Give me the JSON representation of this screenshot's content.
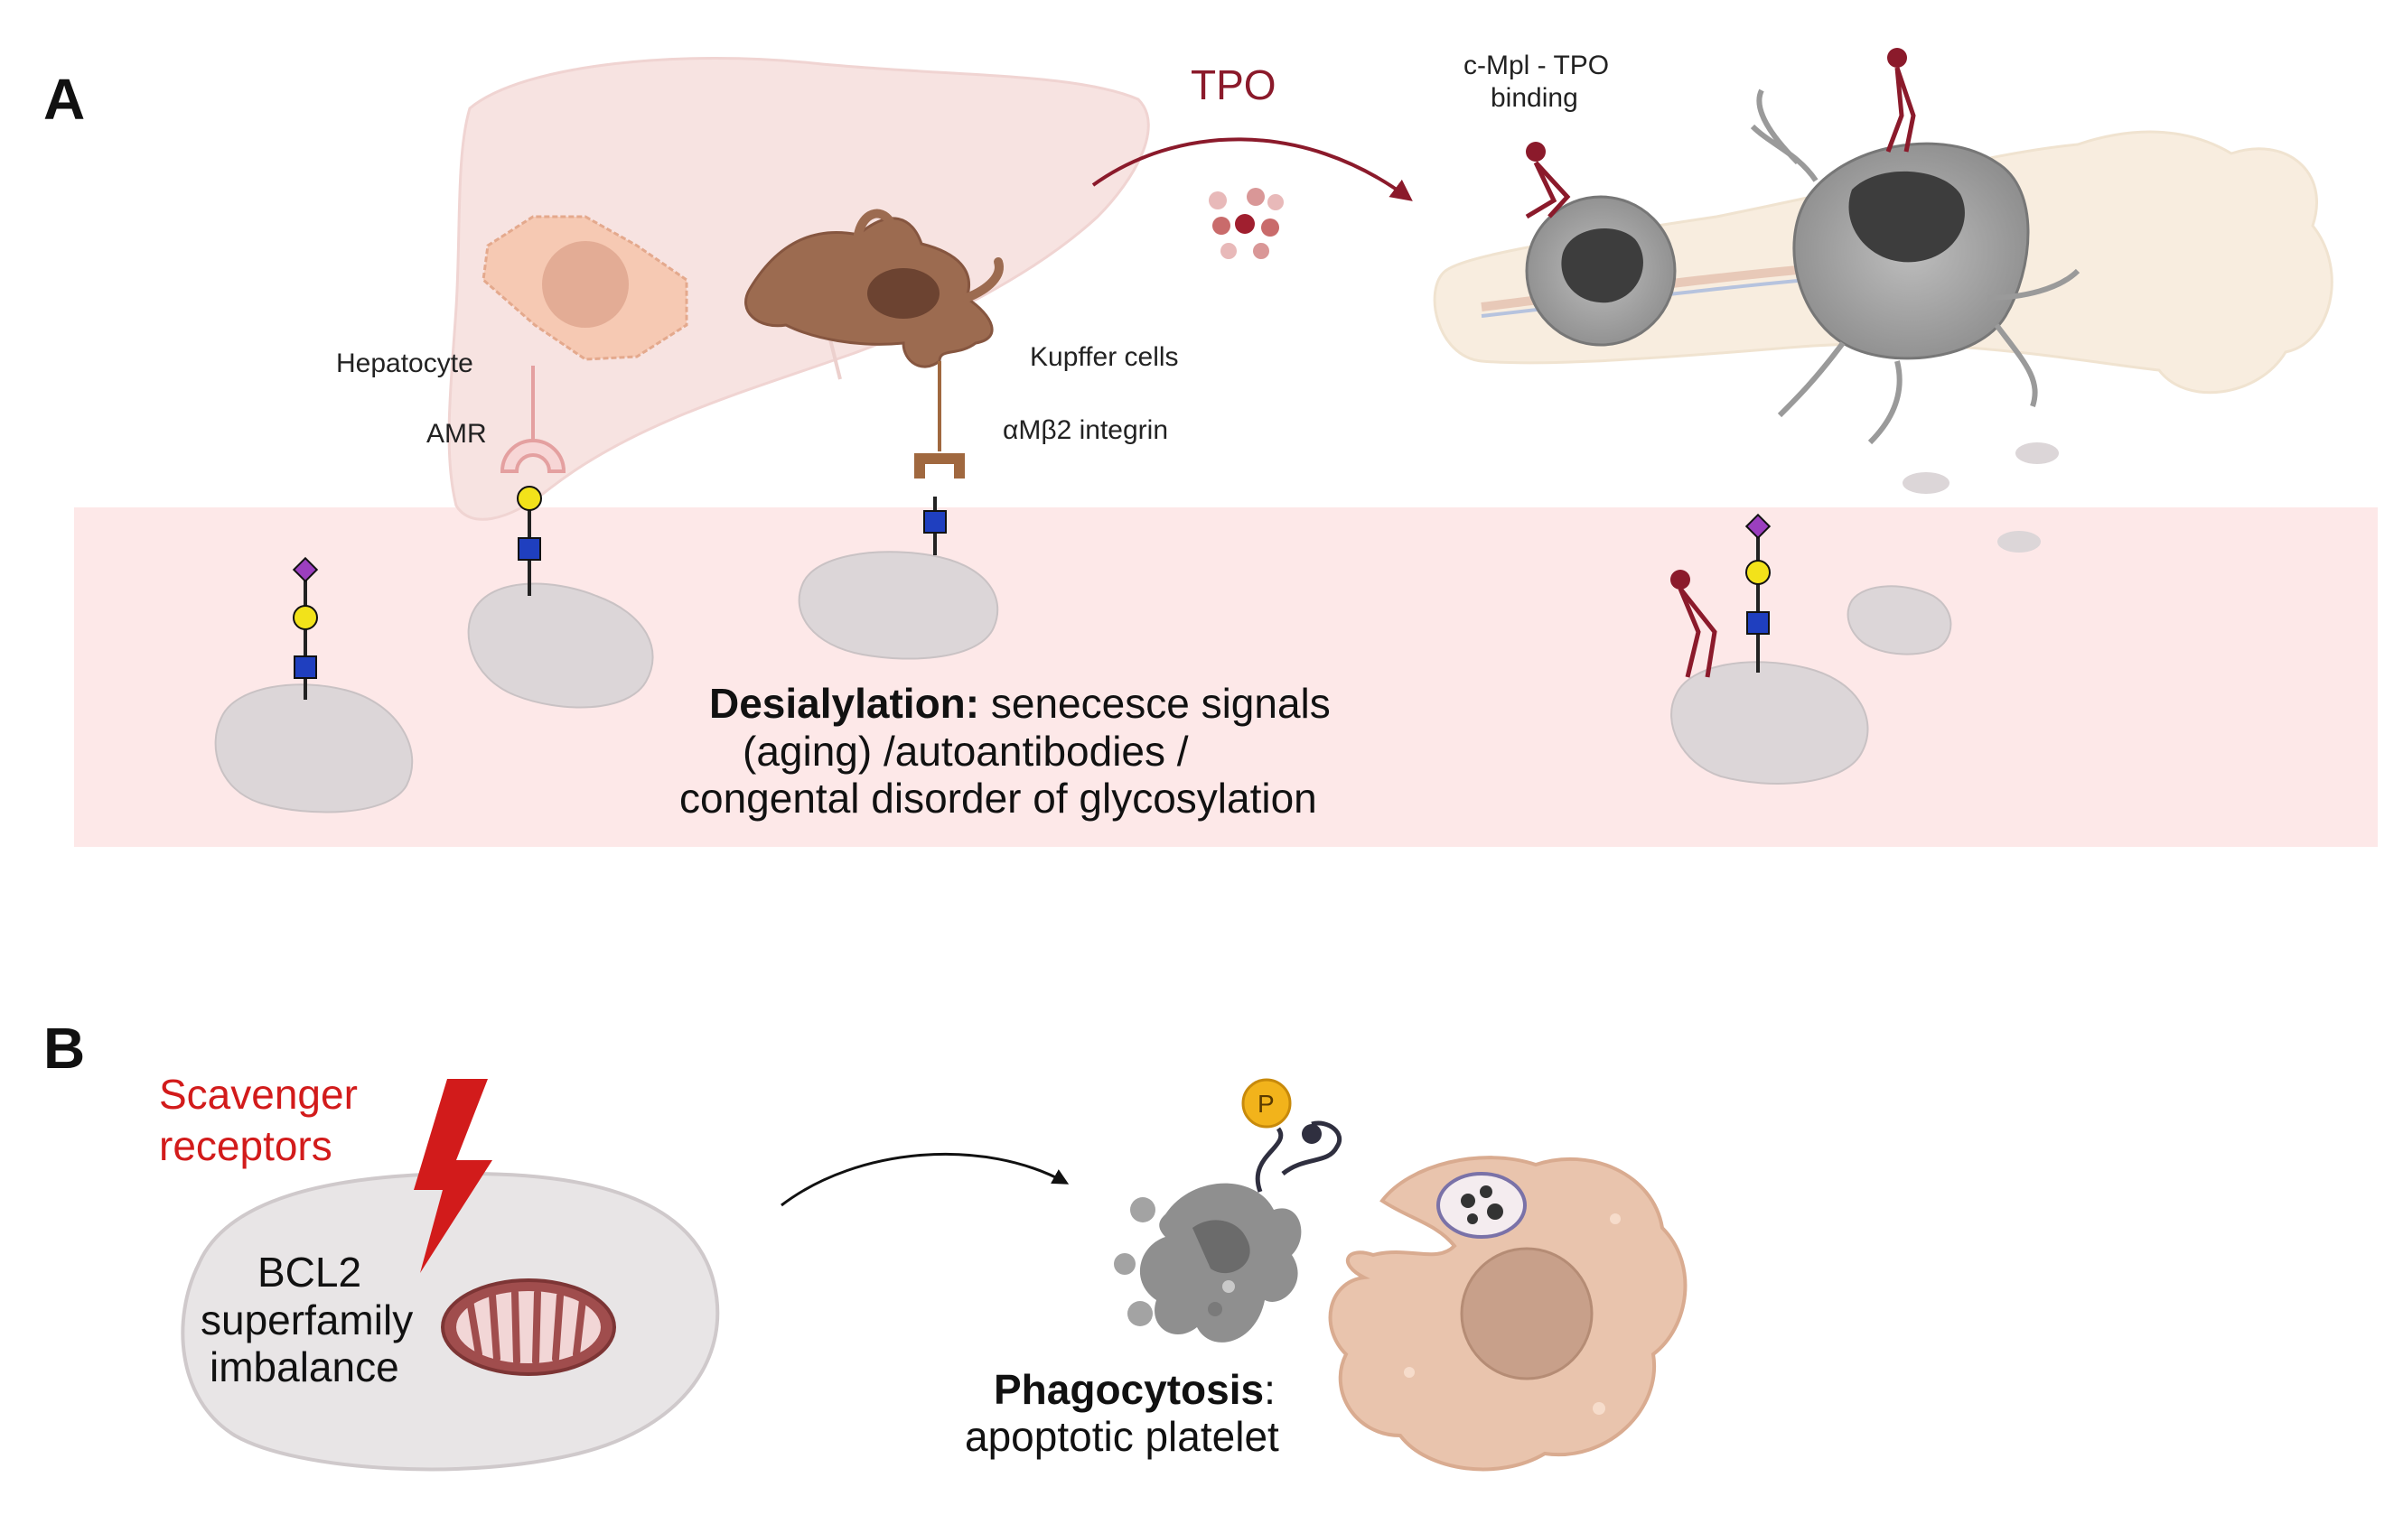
{
  "panel_a": {
    "letter": "A",
    "tpo_label": "TPO",
    "cmpl_label_line1": "c-Mpl - TPO",
    "cmpl_label_line2": "binding",
    "hepatocyte_label": "Hepatocyte",
    "amr_label": "AMR",
    "kupffer_label": "Kupffer cells",
    "integrin_label": "αMβ2 integrin",
    "desialylation_bold": "Desialylation:",
    "desialylation_rest": " senecesce signals",
    "desialylation_line2": "(aging) /autoantibodies /",
    "desialylation_line3": "congental disorder of glycosylation"
  },
  "panel_b": {
    "letter": "B",
    "scavenger_line1": "Scavenger",
    "scavenger_line2": "receptors",
    "bcl2_line1": "BCL2",
    "bcl2_line2": "superfamily",
    "bcl2_line3": "imbalance",
    "p_label": "P",
    "phago_bold": "Phagocytosis",
    "phago_colon": ":",
    "phago_line2": "apoptotic platelet"
  },
  "colors": {
    "pink_band": "#fde8e8",
    "liver": "#f7e3e1",
    "platelet": "#dcd6d8",
    "sialic_acid": "#9b3fbf",
    "galactose": "#f2e21a",
    "glcnac": "#1f3fbf",
    "tpo_red": "#8b1a2b",
    "scavenger_red": "#d21b1b",
    "macrophage": "#e9c4ad"
  }
}
